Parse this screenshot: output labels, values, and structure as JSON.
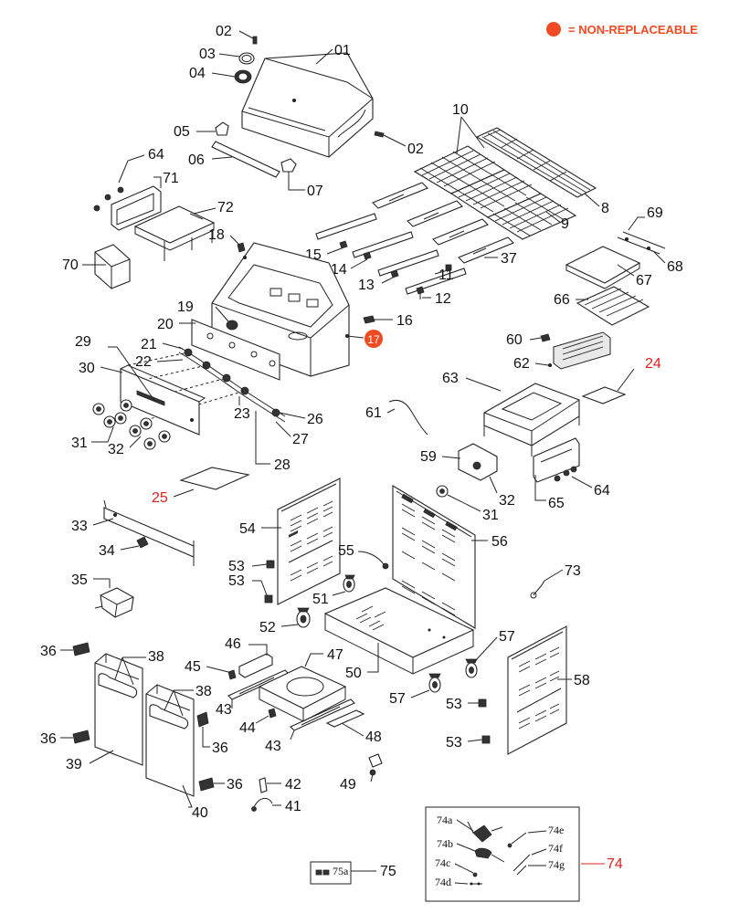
{
  "legend": {
    "text": "= NON-REPLACEABLE",
    "color": "#f04a23"
  },
  "labels": {
    "p01": "01",
    "p02a": "02",
    "p02b": "02",
    "p03": "03",
    "p04": "04",
    "p05": "05",
    "p06": "06",
    "p07": "07",
    "p08": "8",
    "p09": "9",
    "p10": "10",
    "p11": "11",
    "p12": "12",
    "p13": "13",
    "p14": "14",
    "p15": "15",
    "p16": "16",
    "p17": "17",
    "p18": "18",
    "p19": "19",
    "p20": "20",
    "p21": "21",
    "p22": "22",
    "p23": "23",
    "p24": "24",
    "p25": "25",
    "p26": "26",
    "p27": "27",
    "p28": "28",
    "p29": "29",
    "p30": "30",
    "p31a": "31",
    "p31b": "31",
    "p32a": "32",
    "p32b": "32",
    "p33": "33",
    "p34": "34",
    "p35": "35",
    "p36a": "36",
    "p36b": "36",
    "p36c": "36",
    "p36d": "36",
    "p37": "37",
    "p38a": "38",
    "p38b": "38",
    "p39": "39",
    "p40": "40",
    "p41": "41",
    "p42": "42",
    "p43a": "43",
    "p43b": "43",
    "p44": "44",
    "p45": "45",
    "p46": "46",
    "p47": "47",
    "p48": "48",
    "p49": "49",
    "p50": "50",
    "p51": "51",
    "p52": "52",
    "p53a": "53",
    "p53b": "53",
    "p53c": "53",
    "p53d": "53",
    "p54": "54",
    "p55": "55",
    "p56": "56",
    "p57a": "57",
    "p57b": "57",
    "p58": "58",
    "p59": "59",
    "p60": "60",
    "p61": "61",
    "p62": "62",
    "p63": "63",
    "p64a": "64",
    "p64b": "64",
    "p65": "65",
    "p66": "66",
    "p67": "67",
    "p68": "68",
    "p69": "69",
    "p70": "70",
    "p71": "71",
    "p72": "72",
    "p73": "73",
    "p74": "74",
    "p75": "75",
    "p75a": "75a",
    "p74a": "74a",
    "p74b": "74b",
    "p74c": "74c",
    "p74d": "74d",
    "p74e": "74e",
    "p74f": "74f",
    "p74g": "74g"
  },
  "colors": {
    "non_replaceable_marker": "#f04a23",
    "red_label": "#e02020"
  }
}
